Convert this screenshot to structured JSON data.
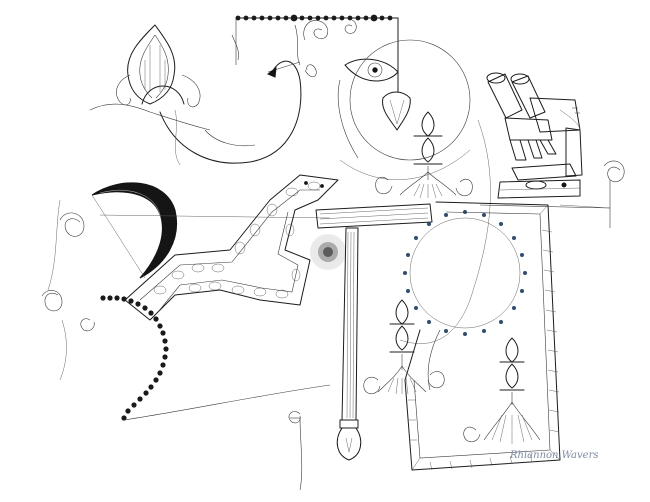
{
  "artwork": {
    "signature": "Rhiannon Wavers",
    "colors": {
      "paper": "#ffffff",
      "ink": "#1c1c1c",
      "blue_dots": "#2b4e78",
      "signature_ink": "#7b8aa8"
    },
    "motifs": [
      "onion-flame-icon",
      "beaded-rod",
      "spiral-curls",
      "crescent-moon",
      "beaded-arc",
      "lace-ribbon",
      "t-pillar",
      "lightbulb",
      "microscope",
      "circle-of-dots",
      "lace-frame",
      "tassel-ornaments"
    ]
  }
}
